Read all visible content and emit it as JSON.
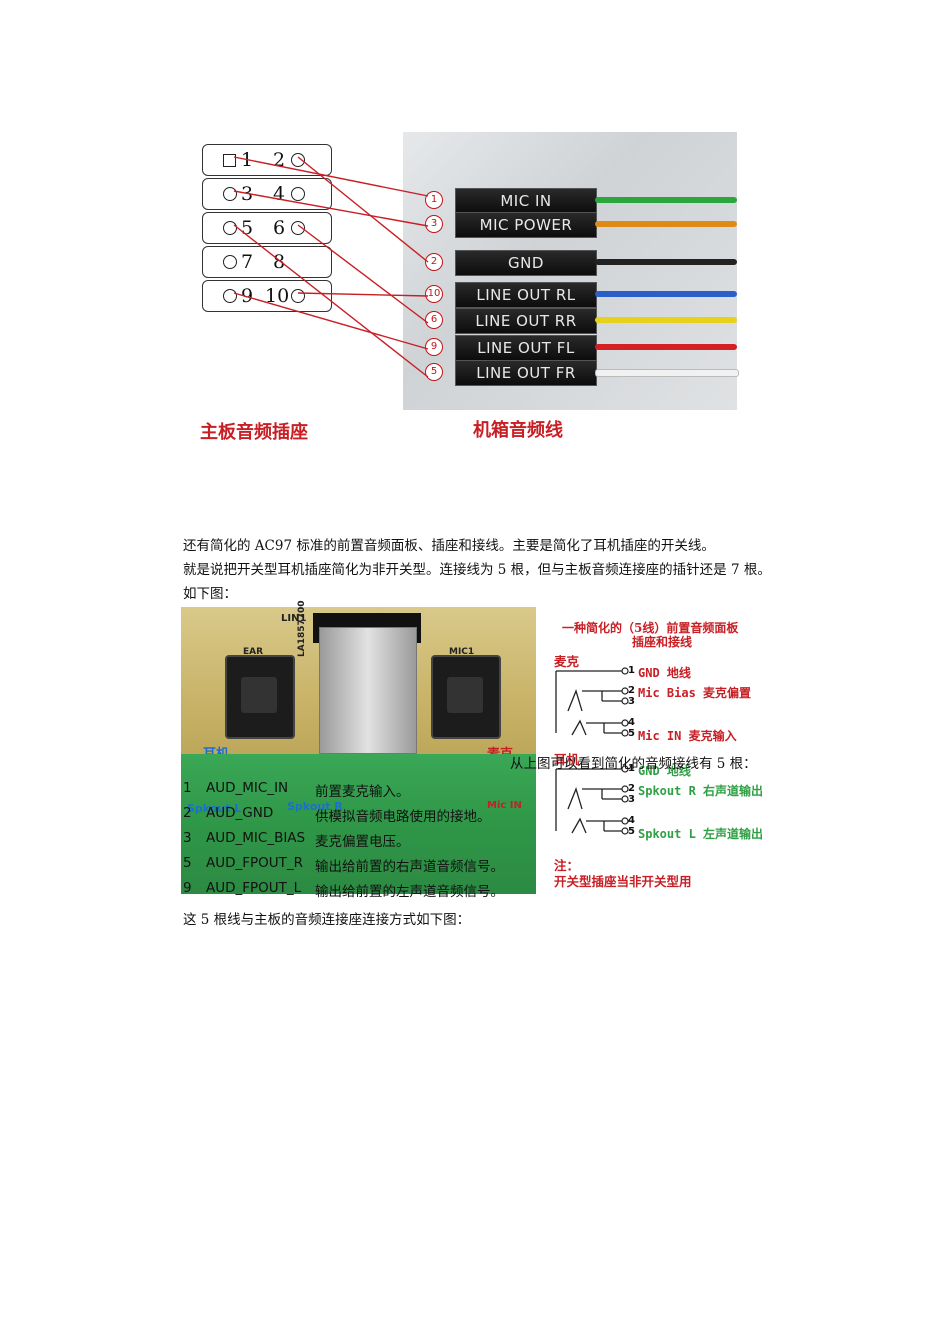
{
  "figure1": {
    "header_pins": [
      {
        "left": "1",
        "right": "2"
      },
      {
        "left": "3",
        "right": "4"
      },
      {
        "left": "5",
        "right": "6"
      },
      {
        "left": "7",
        "right": "8"
      },
      {
        "left": "9",
        "right": "10"
      }
    ],
    "wire_labels": [
      {
        "num": "1",
        "label": "MIC IN",
        "color": "#2aa63c"
      },
      {
        "num": "3",
        "label": "MIC POWER",
        "color": "#e08a16"
      },
      {
        "num": "2",
        "label": "GND",
        "color": "#222222"
      },
      {
        "num": "10",
        "label": "LINE OUT RL",
        "color": "#2a5ec9"
      },
      {
        "num": "6",
        "label": "LINE OUT RR",
        "color": "#e6d21c"
      },
      {
        "num": "9",
        "label": "LINE OUT FL",
        "color": "#d41f23"
      },
      {
        "num": "5",
        "label": "LINE OUT FR",
        "color": "#f1f1f1"
      }
    ],
    "caption_left": "主板音频插座",
    "caption_right": "机箱音频线"
  },
  "text": {
    "para1": "还有简化的 AC97 标准的前置音频面板、插座和接线。主要是简化了耳机插座的开关线。",
    "para2": "就是说把开关型耳机插座简化为非开关型。连接线为 5 根，但与主板音频连接座的插针还是 7 根。",
    "para3": "如下图：",
    "overlay_note": "从上图可以看到简化的音频接线有 5 根：",
    "final": "这 5 根线与主板的音频连接座连接方式如下图："
  },
  "signals": [
    {
      "pin": "1",
      "name": "AUD_MIC_IN",
      "desc": "前置麦克输入。"
    },
    {
      "pin": "2",
      "name": "AUD_GND",
      "desc": "供模拟音频电路使用的接地。"
    },
    {
      "pin": "3",
      "name": "AUD_MIC_BIAS",
      "desc": "麦克偏置电压。"
    },
    {
      "pin": "5",
      "name": "AUD_FPOUT_R",
      "desc": "输出给前置的右声道音频信号。"
    },
    {
      "pin": "9",
      "name": "AUD_FPOUT_L",
      "desc": "输出给前置的左声道音频信号。"
    }
  ],
  "figure2": {
    "photo_labels": {
      "lin1": "LIN1",
      "ear": "EAR",
      "mic1": "MIC1",
      "chip": "LA1857700",
      "earphone": "耳机",
      "mic": "麦克",
      "spkout_l": "Spkout L",
      "spkout_r": "Spkout R",
      "mic_in": "Mic IN"
    },
    "diagram": {
      "title_line1": "一种简化的（5线）前置音频面板",
      "title_line2": "插座和接线",
      "mic_section": "麦克",
      "mic_pins": [
        {
          "num": "1",
          "label": "GND 地线"
        },
        {
          "num": "2",
          "label": "Mic Bias 麦克偏置"
        },
        {
          "num": "3",
          "label": ""
        },
        {
          "num": "4",
          "label": ""
        },
        {
          "num": "5",
          "label": "Mic IN 麦克输入"
        }
      ],
      "ear_section": "耳机",
      "ear_pins": [
        {
          "num": "1",
          "label": "GND 地线"
        },
        {
          "num": "2",
          "label": "Spkout R 右声道输出"
        },
        {
          "num": "3",
          "label": ""
        },
        {
          "num": "4",
          "label": ""
        },
        {
          "num": "5",
          "label": "Spkout L 左声道输出"
        }
      ],
      "note_title": "注：",
      "note": "开关型插座当非开关型用"
    }
  }
}
